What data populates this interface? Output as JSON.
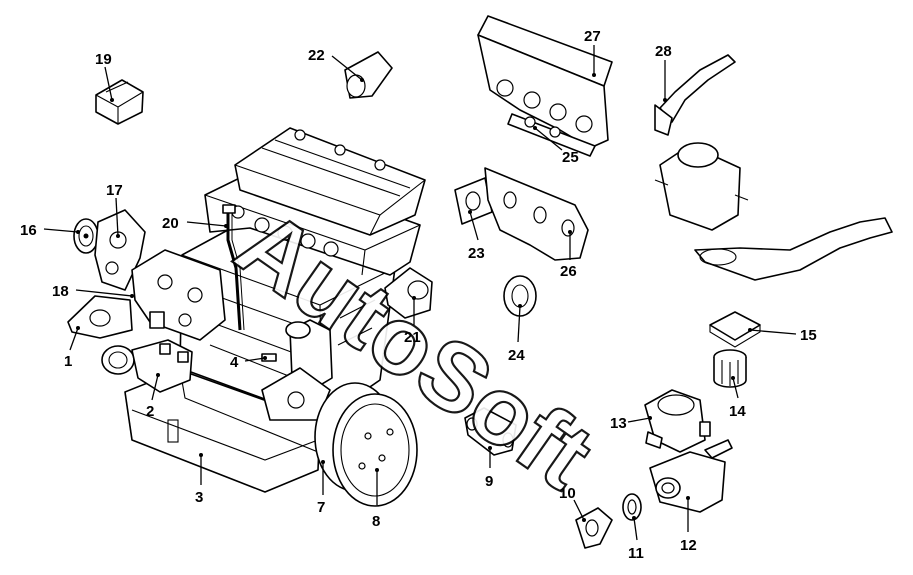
{
  "watermark": {
    "text": "AutoSoft"
  },
  "labels": [
    {
      "id": "1",
      "text": "1"
    },
    {
      "id": "2",
      "text": "2"
    },
    {
      "id": "3",
      "text": "3"
    },
    {
      "id": "4",
      "text": "4"
    },
    {
      "id": "7",
      "text": "7"
    },
    {
      "id": "8",
      "text": "8"
    },
    {
      "id": "9",
      "text": "9"
    },
    {
      "id": "10",
      "text": "10"
    },
    {
      "id": "11",
      "text": "11"
    },
    {
      "id": "12",
      "text": "12"
    },
    {
      "id": "13",
      "text": "13"
    },
    {
      "id": "14",
      "text": "14"
    },
    {
      "id": "15",
      "text": "15"
    },
    {
      "id": "16",
      "text": "16"
    },
    {
      "id": "17",
      "text": "17"
    },
    {
      "id": "18",
      "text": "18"
    },
    {
      "id": "19",
      "text": "19"
    },
    {
      "id": "20",
      "text": "20"
    },
    {
      "id": "21",
      "text": "21"
    },
    {
      "id": "22",
      "text": "22"
    },
    {
      "id": "23",
      "text": "23"
    },
    {
      "id": "24",
      "text": "24"
    },
    {
      "id": "25",
      "text": "25"
    },
    {
      "id": "26",
      "text": "26"
    },
    {
      "id": "27",
      "text": "27"
    },
    {
      "id": "28",
      "text": "28"
    }
  ]
}
